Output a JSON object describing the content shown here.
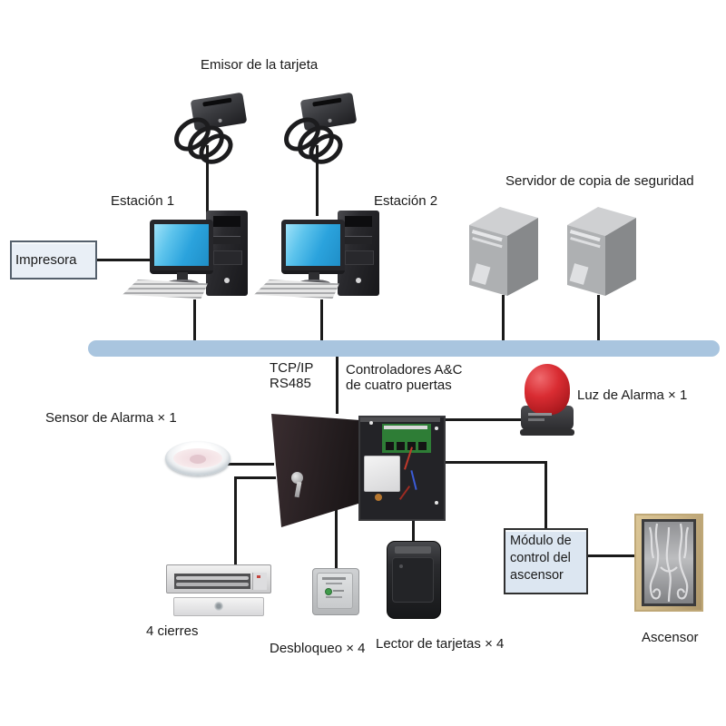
{
  "diagram": {
    "type": "access-control-system-topology",
    "labels": {
      "card_issuer": "Emisor de la tarjeta",
      "station1": "Estación 1",
      "station2": "Estación 2",
      "printer": "Impresora",
      "backup_server": "Servidor de copia de seguridad",
      "protocols": [
        "TCP/IP",
        "RS485"
      ],
      "controller": [
        "Controladores A&C",
        "de cuatro puertas"
      ],
      "alarm_light": "Luz de Alarma × 1",
      "alarm_sensor": "Sensor de Alarma × 1",
      "locks": "4 cierres",
      "unlock": "Desbloqueo × 4",
      "card_reader": "Lector de tarjetas × 4",
      "elevator_module": [
        "Módulo de",
        "control del",
        "ascensor"
      ],
      "elevator": "Ascensor"
    },
    "icons": [
      "card-issuer-icon",
      "workstation-icon",
      "printer-box",
      "backup-server-icon",
      "network-bus",
      "alarm-light-icon",
      "alarm-sensor-icon",
      "controller-cabinet-icon",
      "magnetic-lock-icon",
      "exit-button-icon",
      "card-reader-icon",
      "elevator-module-box",
      "elevator-icon"
    ]
  },
  "colors": {
    "line": "#1a1a1a",
    "bus": "#a9c5df",
    "screen_blue": "#2ba3dd",
    "alarm_red": "#b01b20",
    "cabinet_dark": "#241d1f",
    "pcb_green": "#2e7d36",
    "box_fill": "#e9eff6",
    "module_box_fill": "#dce6f1",
    "elevator_frame": "#cdb687"
  }
}
